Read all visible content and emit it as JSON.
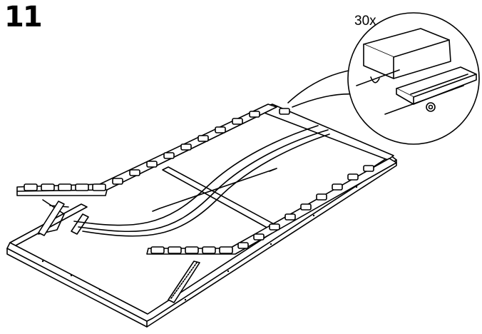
{
  "step": {
    "number": "11"
  },
  "detail": {
    "quantity": "30x"
  },
  "icons": {
    "frame": "bed-slat-base-frame-drawing",
    "detail": "slat-holder-clip-detail-drawing"
  }
}
